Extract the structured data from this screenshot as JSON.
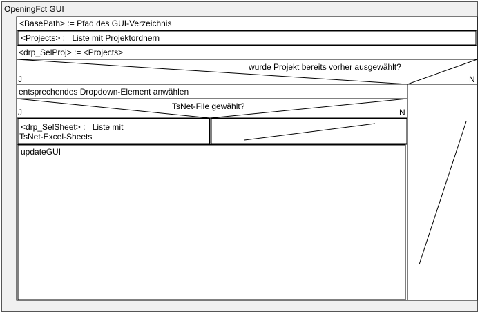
{
  "diagram": {
    "title": "OpeningFct GUI",
    "statements": {
      "s1": "<BasePath> := Pfad des GUI-Verzeichnis",
      "s2": "<Projects> := Liste mit Projektordnern",
      "s3": "<drp_SelProj> := <Projects>"
    },
    "decision1": {
      "question": "wurde Projekt bereits vorher ausgewählt?",
      "yes_label": "J",
      "no_label": "N",
      "yes_branch": {
        "statement": "entsprechendes Dropdown-Element anwählen",
        "decision2": {
          "question": "TsNet-File gewählt?",
          "yes_label": "J",
          "no_label": "N",
          "yes_statement_line1": "<drp_SelSheet> := Liste mit",
          "yes_statement_line2": "TsNet-Excel-Sheets"
        },
        "final_statement": "updateGUI"
      }
    }
  }
}
